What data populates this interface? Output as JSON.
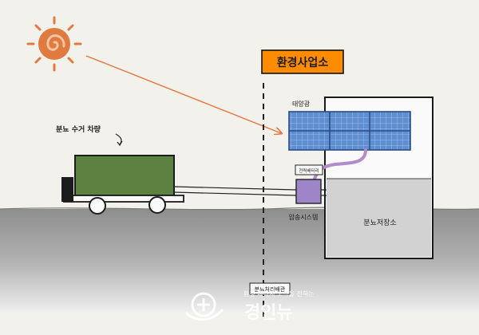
{
  "labels": {
    "facility": "환경사업소",
    "solar_panel": "태양광",
    "truck": "분뇨 수거 차량",
    "battery": "전력배터리",
    "pump_system": "압송시스템",
    "storage": "분뇨저장소",
    "bottom_tag": "분뇨처리배관"
  },
  "watermark": {
    "brand": "경인뉴",
    "tagline": "환경·에너지 소식을 전하는"
  },
  "colors": {
    "sun": "#e07a3f",
    "sun_ray": "#e8763c",
    "facility_box": "#ff8c00",
    "solar_panel": "#5f8fd0",
    "truck_tank": "#5b8240",
    "battery": "#9e84c9",
    "cable": "#b08cc9",
    "ground": "#8d8d8d",
    "storage_fill": "#d2d2d2"
  },
  "icons": [
    "sun-icon",
    "watermark-logo-icon"
  ]
}
